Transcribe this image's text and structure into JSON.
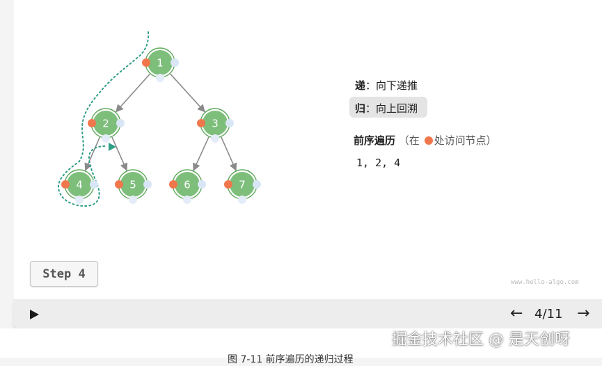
{
  "diagram": {
    "nodes": [
      {
        "id": 1,
        "label": "1"
      },
      {
        "id": 2,
        "label": "2"
      },
      {
        "id": 3,
        "label": "3"
      },
      {
        "id": 4,
        "label": "4"
      },
      {
        "id": 5,
        "label": "5"
      },
      {
        "id": 6,
        "label": "6"
      },
      {
        "id": 7,
        "label": "7"
      }
    ],
    "edges": [
      [
        1,
        2
      ],
      [
        1,
        3
      ],
      [
        2,
        4
      ],
      [
        2,
        5
      ],
      [
        3,
        6
      ],
      [
        3,
        7
      ]
    ],
    "visited_step": 4
  },
  "legend": {
    "down_label": "递",
    "down_text": "：向下递推",
    "up_label": "归",
    "up_text": "：向上回溯"
  },
  "traversal": {
    "title": "前序遍历",
    "note_prefix": "（在",
    "note_suffix": "处访问节点）",
    "sequence": "1, 2, 4"
  },
  "controls": {
    "step_label": "Step 4",
    "pager": "4/11",
    "prev_icon": "arrow-left-icon",
    "next_icon": "arrow-right-icon",
    "play_icon": "play-icon"
  },
  "site": "www.hello-algo.com",
  "watermark": "掘金技术社区 @ 是天创呀",
  "caption": "图 7-11   前序遍历的递归过程",
  "colors": {
    "node_fill": "#7dbe7b",
    "node_ring": "#5fa85c",
    "pre_dot": "#f0774c",
    "post_dot": "#d8e6f5",
    "in_dot": "#e3ecf8",
    "edge": "#8a8a8a",
    "path": "#2f9e86"
  }
}
